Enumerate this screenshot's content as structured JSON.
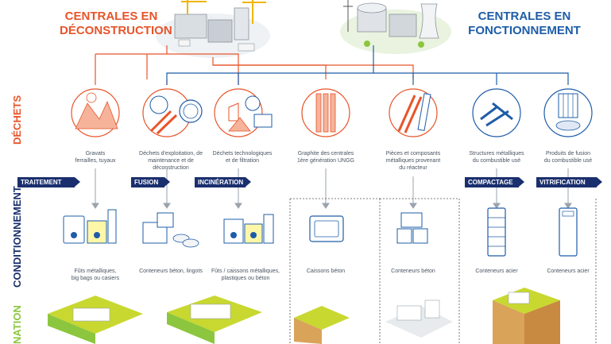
{
  "titles": {
    "deconstruction_line1": "CENTRALES EN",
    "deconstruction_line2": "DÉCONSTRUCTION",
    "fonctionnement_line1": "CENTRALES EN",
    "fonctionnement_line2": "FONCTIONNEMENT"
  },
  "side_labels": {
    "dechets": "DÉCHETS",
    "conditionnement": "CONDITIONNEMENT",
    "destination": "NATION"
  },
  "waste_captions": [
    {
      "line1": "Gravats",
      "line2": "ferrailles, tuyaux",
      "line3": ""
    },
    {
      "line1": "Déchets d'exploitation, de",
      "line2": "maintenance et de déconstruction",
      "line3": ""
    },
    {
      "line1": "Déchets technologiques",
      "line2": "et de filtration",
      "line3": ""
    },
    {
      "line1": "Graphite des centrales",
      "line2": "1ère génération UNGG",
      "line3": ""
    },
    {
      "line1": "Pièces et composants",
      "line2": "métalliques provenant",
      "line3": "du réacteur"
    },
    {
      "line1": "Structures métalliques",
      "line2": "du combustible usé",
      "line3": ""
    },
    {
      "line1": "Produits de fusion",
      "line2": "du combustible usé",
      "line3": ""
    }
  ],
  "treatments": {
    "traitement": "TRAITEMENT",
    "fusion": "FUSION",
    "incineration": "INCINÉRATION",
    "compactage": "COMPACTAGE",
    "vitrification": "VITRIFICATION"
  },
  "packaging_captions": [
    {
      "line1": "Fûts métalliques,",
      "line2": "big bags ou casiers"
    },
    {
      "line1": "Conteneurs béton, lingots",
      "line2": ""
    },
    {
      "line1": "Fûts / caissons métalliques,",
      "line2": "plastiques ou béton"
    },
    {
      "line1": "Caissons béton",
      "line2": ""
    },
    {
      "line1": "Conteneurs béton",
      "line2": ""
    },
    {
      "line1": "Conteneurs acier",
      "line2": ""
    },
    {
      "line1": "Conteneurs acier",
      "line2": ""
    }
  ],
  "colors": {
    "orange": "#e8542a",
    "blue": "#1e5ca8",
    "navy": "#1a2f6e",
    "grey_line": "#9aa3ad",
    "green": "#8cc63f",
    "yellow_green": "#c8d830"
  }
}
